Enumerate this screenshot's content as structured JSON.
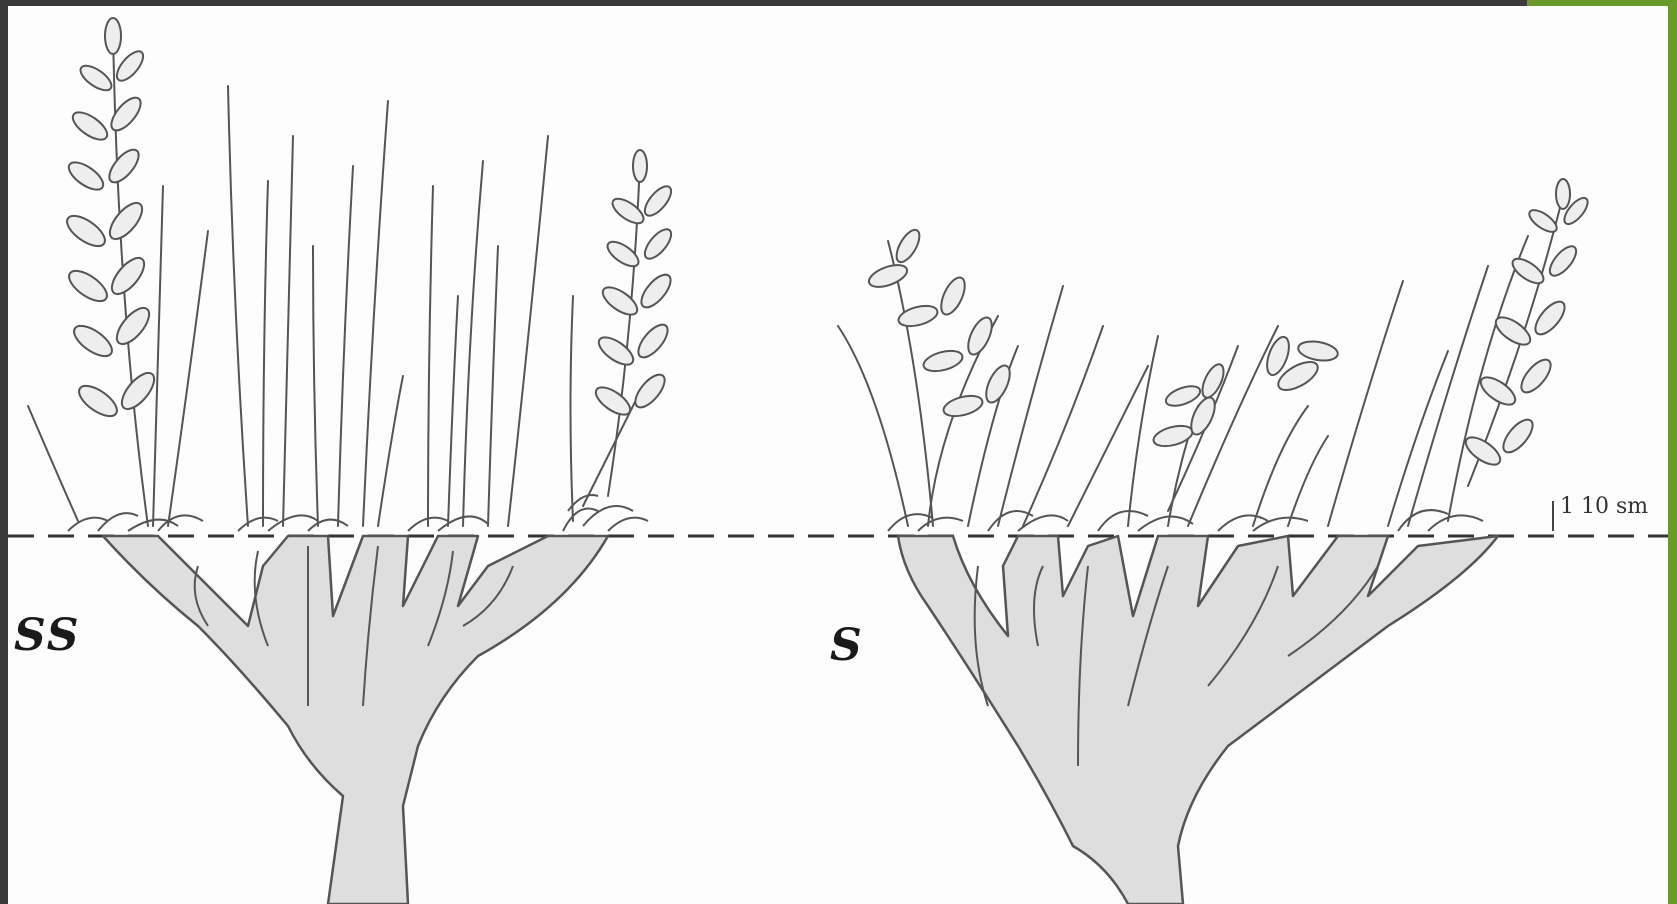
{
  "figure": {
    "left_label": "SS",
    "right_label": "S",
    "scale_label": "1 10 sm"
  },
  "colors": {
    "frame": "#3a3a3a",
    "paper": "#fdfdfd",
    "accent": "#6a9a2a",
    "stroke": "#555555",
    "wood_fill": "#dedede",
    "leaf_fill": "#eeeeee"
  }
}
